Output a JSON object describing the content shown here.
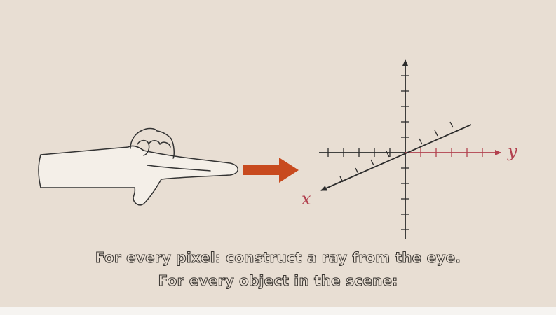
{
  "diagram": {
    "x_axis_label": "x",
    "y_axis_label": "y",
    "colors": {
      "background": "#e8ded3",
      "pointer_arrow": "#c84a1e",
      "y_axis": "#b2404e",
      "axis": "#2b2b2b",
      "outline": "#333333"
    },
    "icons": [
      "pointing-hand-icon",
      "right-arrow-icon"
    ]
  },
  "captions": {
    "line1": "For every pixel: construct a ray from the eye.",
    "line2": "For every object in the scene:"
  }
}
